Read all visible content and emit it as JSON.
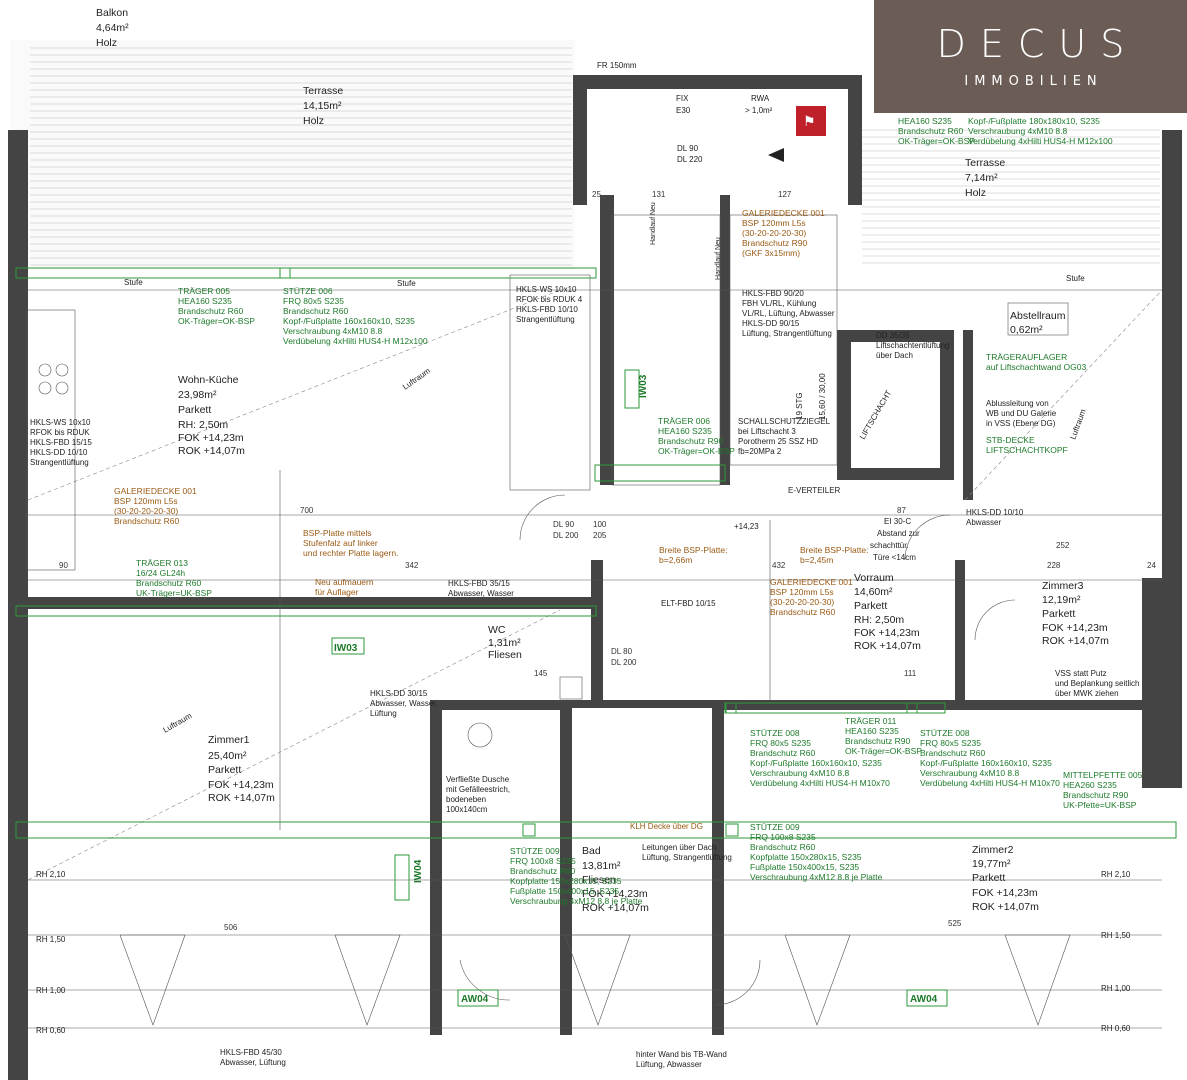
{
  "logo": {
    "brand": "DECUS",
    "sub": "IMMOBILIEN"
  },
  "rooms": [
    {
      "id": "balkon",
      "name": "Balkon",
      "area": "4,64m²",
      "floor": "Holz"
    },
    {
      "id": "terrasse1",
      "name": "Terrasse",
      "area": "14,15m²",
      "floor": "Holz"
    },
    {
      "id": "terrasse2",
      "name": "Terrasse",
      "area": "7,14m²",
      "floor": "Holz"
    },
    {
      "id": "wohnkueche",
      "name": "Wohn-Küche",
      "area": "23,98m²",
      "floor": "Parkett",
      "rh": "RH: 2,50m",
      "fok": "FOK +14,23m",
      "rok": "ROK +14,07m"
    },
    {
      "id": "abstellraum",
      "name": "Abstellraum",
      "area": "0,62m²"
    },
    {
      "id": "vorraum",
      "name": "Vorraum",
      "area": "14,60m²",
      "floor": "Parkett",
      "rh": "RH: 2,50m",
      "fok": "FOK +14,23m",
      "rok": "ROK +14,07m"
    },
    {
      "id": "zimmer3",
      "name": "Zimmer3",
      "area": "12,19m²",
      "floor": "Parkett",
      "fok": "FOK +14,23m",
      "rok": "ROK +14,07m"
    },
    {
      "id": "wc",
      "name": "WC",
      "area": "1,31m²",
      "floor": "Fliesen"
    },
    {
      "id": "zimmer1",
      "name": "Zimmer1",
      "area": "25,40m²",
      "floor": "Parkett",
      "fok": "FOK +14,23m",
      "rok": "ROK +14,07m"
    },
    {
      "id": "bad",
      "name": "Bad",
      "area": "13,81m²",
      "floor": "Fliesen",
      "fok": "FOK +14,23m",
      "rok": "ROK +14,07m"
    },
    {
      "id": "zimmer2",
      "name": "Zimmer2",
      "area": "19,77m²",
      "floor": "Parkett",
      "fok": "FOK +14,23m",
      "rok": "ROK +14,07m"
    }
  ],
  "wall_tags": [
    "IW03",
    "IW03",
    "IW04",
    "AW04",
    "AW04"
  ],
  "rh_levels": [
    "RH 2,10",
    "RH 1,50",
    "RH 1,00",
    "RH 0,60"
  ],
  "notes": {
    "fr": "FR 150mm",
    "fix": "FIX",
    "e30": "E30",
    "rwa": "RWA",
    "rwa_area": "> 1,0m²",
    "dl90": "DL 90",
    "dl220": "DL 220",
    "stufe": "Stufe",
    "stair": "19 STG",
    "stair_dim": "15,60 / 30,00",
    "handlauf": "Handlauf Neu",
    "luftraum": "Luftraum",
    "liftschacht": "LIFTSCHACHT",
    "evert": "E-VERTEILER",
    "ei30": "EI 30-C",
    "ei30_b": "Abstand zur",
    "ei30_c": "schachttür.",
    "ei30_d": "Türe <14cm",
    "elt": "ELT-FBD 10/15",
    "klh": "KLH Decke über DG",
    "spot": "+14,23"
  },
  "green_notes": [
    [
      "TRÄGER 005",
      "HEA160 S235",
      "Brandschutz R60",
      "OK-Träger=OK-BSP"
    ],
    [
      "STÜTZE 006",
      "FRQ 80x5 S235",
      "Brandschutz R60",
      "Kopf-/Fußplatte 160x160x10, S235",
      "Verschraubung 4xM10 8.8",
      "Verdübelung 4xHilti HUS4-H M12x100"
    ],
    [
      "TRÄGER 006",
      "HEA160 S235",
      "Brandschutz R90",
      "OK-Träger=OK-BSP"
    ],
    [
      "TRÄGER 013",
      "16/24 GL24h",
      "Brandschutz R60",
      "UK-Träger=UK-BSP"
    ],
    [
      "HEA160 S235",
      "Brandschutz R60",
      "OK-Träger=OK-BSP"
    ],
    [
      "Kopf-/Fußplatte 180x180x10, S235",
      "Verschraubung 4xM10 8.8",
      "Verdübelung 4xHilti HUS4-H M12x100"
    ],
    [
      "TRÄGERAUFLAGER",
      "auf Liftschachtwand OG03"
    ],
    [
      "STB-DECKE",
      "LIFTSCHACHTKOPF"
    ],
    [
      "STÜTZE 008",
      "FRQ 80x5 S235",
      "Brandschutz R60",
      "Kopf-/Fußplatte 160x160x10, S235",
      "Verschraubung 4xM10 8.8",
      "Verdübelung 4xHilti HUS4-H M10x70"
    ],
    [
      "TRÄGER 011",
      "HEA160 S235",
      "Brandschutz R90",
      "OK-Träger=OK-BSP"
    ],
    [
      "STÜTZE 008",
      "FRQ 80x5 S235",
      "Brandschutz R60",
      "Kopf-/Fußplatte 160x160x10, S235",
      "Verschraubung 4xM10 8.8",
      "Verdübelung 4xHilti HUS4-H M10x70"
    ],
    [
      "MITTELPFETTE 005",
      "HEA260 S235",
      "Brandschutz R90",
      "UK-Pfette=UK-BSP"
    ],
    [
      "STÜTZE 009",
      "FRQ 100x8 S235",
      "Brandschutz R60",
      "Kopfplatte 150x280x15, S235",
      "Fußplatte 150x400x15, S235",
      "Verschraubung 4xM12 8.8 je Platte"
    ],
    [
      "STÜTZE 009",
      "FRQ 100x8 S235",
      "Brandschutz R60",
      "Kopfplatte 150x280x15, S235",
      "Fußplatte 150x400x15, S235",
      "Verschraubung 4xM12 8.8 je Platte"
    ]
  ],
  "orange_notes": [
    [
      "GALERIEDECKE 001",
      "BSP 120mm L5s",
      "(30-20-20-20-30)",
      "Brandschutz R90",
      "(GKF 3x15mm)"
    ],
    [
      "GALERIEDECKE 001",
      "BSP 120mm L5s",
      "(30-20-20-20-30)",
      "Brandschutz R60"
    ],
    [
      "BSP-Platte mittels",
      "Stufenfalz auf linker",
      "und rechter Platte lagern."
    ],
    [
      "Breite BSP-Platte:",
      "b=2,66m"
    ],
    [
      "Breite BSP-Platte:",
      "b=2,45m"
    ],
    [
      "GALERIEDECKE 001",
      "BSP 120mm L5s",
      "(30-20-20-20-30)",
      "Brandschutz R60"
    ],
    [
      "Neu aufmauern",
      "für Auflager"
    ]
  ],
  "black_notes": [
    [
      "HKLS-WS 10x10",
      "RFOK bis RDUK",
      "HKLS-FBD 15/15",
      "HKLS-DD 10/10",
      "Strangentlüftung"
    ],
    [
      "HKLS-WS 10x10",
      "RFOK bis RDUK 4",
      "HKLS-FBD 10/10",
      "Strangentlüftung"
    ],
    [
      "HKLS-FBD 90/20",
      "FBH VL/RL, Kühlung",
      "VL/RL, Lüftung, Abwasser",
      "HKLS-DD 90/15",
      "Lüftung, Strangentlüftung"
    ],
    [
      "SCHALLSCHUTZZIEGEL",
      "bei Liftschacht 3",
      "Porotherm 25 SSZ HD",
      "fb=20MPa 2"
    ],
    [
      "DD 35/35",
      "Liftschachtentlüftung",
      "über Dach"
    ],
    [
      "Ablussleitung von",
      "WB und DU Galerie",
      "in VSS (Ebene DG)"
    ],
    [
      "HKLS-DD 10/10",
      "Abwasser"
    ],
    [
      "HKLS-FBD 35/15",
      "Abwasser, Wasser"
    ],
    [
      "HKLS-DD 30/15",
      "Abwasser, Wasser,",
      "Lüftung"
    ],
    [
      "VSS statt Putz",
      "und Beplankung seitlich",
      "über MWK ziehen"
    ],
    [
      "Verfließte Dusche",
      "mit Gefälleestrich,",
      "bodeneben",
      "100x140cm"
    ],
    [
      "Leitungen über Dach",
      "Lüftung, Strangentlüftung"
    ],
    [
      "HKLS-FBD 45/30",
      "Abwasser, Lüftung"
    ],
    [
      "hinter Wand bis TB-Wand",
      "Lüftung, Abwasser"
    ]
  ],
  "dims": [
    "700",
    "342",
    "432",
    "252",
    "131",
    "127",
    "25",
    "111",
    "145",
    "90",
    "506",
    "525",
    "228",
    "87",
    "100",
    "205",
    "24",
    "DL 90",
    "DL 200",
    "DL 80",
    "DL 200"
  ]
}
